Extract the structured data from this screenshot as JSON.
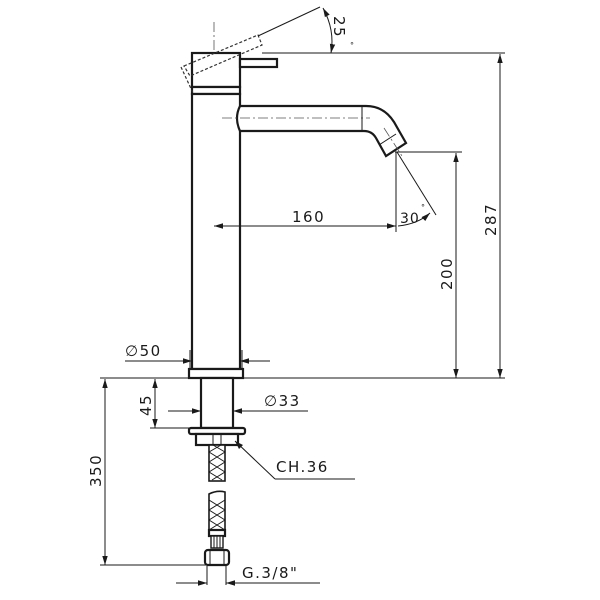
{
  "drawing": {
    "title": "Tall basin mixer technical drawing",
    "line_color": "#1a1a1a",
    "background": "#ffffff"
  },
  "dimensions": {
    "handle_angle": {
      "value": "25",
      "unit": "°"
    },
    "spout_angle": {
      "value": "30",
      "unit": "°"
    },
    "spout_reach": "160",
    "spout_height": "200",
    "total_height": "287",
    "body_diameter": "∅50",
    "shank_height": "45",
    "shank_diameter": "∅33",
    "nut_size": "CH.36",
    "hose_length": "350",
    "connection_thread": "G.3/8\""
  }
}
